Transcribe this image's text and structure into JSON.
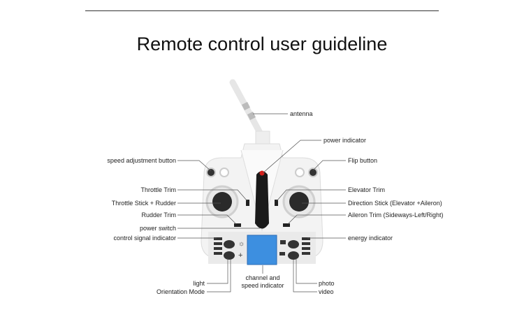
{
  "title": "Remote control user guideline",
  "labels": {
    "antenna": "antenna",
    "power_indicator": "power indicator",
    "speed_adjustment_button": "speed adjustment button",
    "flip_button": "Flip button",
    "throttle_trim": "Throttle Trim",
    "elevator_trim": "Elevator Trim",
    "throttle_stick": "Throttle Stick + Rudder",
    "direction_stick": "Direction Stick (Elevator +Aileron)",
    "rudder_trim": "Rudder Trim",
    "aileron_trim": "Aileron Trim (Sideways-Left/Right)",
    "power_switch": "power switch",
    "control_signal_indicator": "control signal indicator",
    "energy_indicator": "energy indicator",
    "channel_line1": "channel and",
    "channel_line2": "speed indicator",
    "light": "light",
    "orientation_mode": "Orientation Mode",
    "photo": "photo",
    "video": "video"
  },
  "colors": {
    "screen": "#3d8fe0",
    "power_led": "#d8201c",
    "body": "#f4f4f4"
  }
}
